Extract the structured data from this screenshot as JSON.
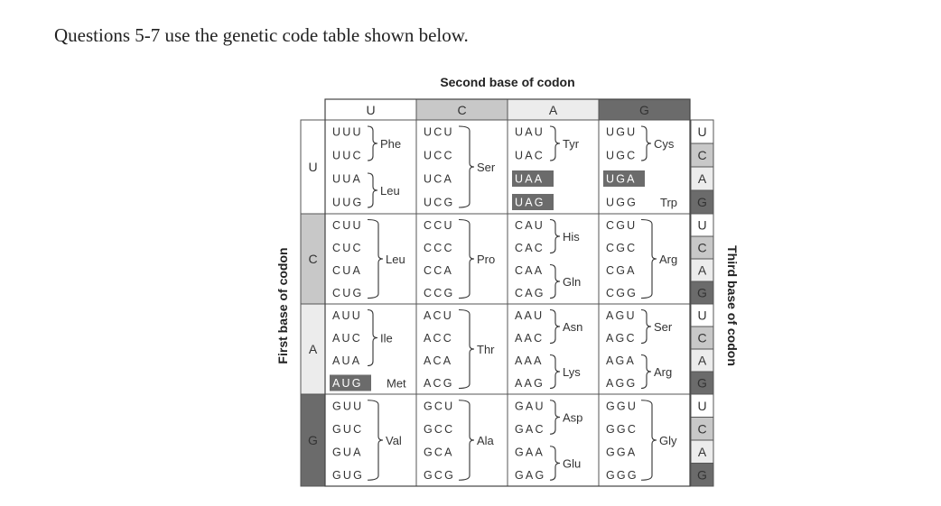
{
  "question": "Questions 5-7 use the genetic code table shown below.",
  "table": {
    "second_title": "Second base of codon",
    "first_title": "First base of codon",
    "third_title": "Third base of codon",
    "bases": [
      "U",
      "C",
      "A",
      "G"
    ],
    "base_colors": {
      "U": "#ffffff",
      "C": "#c8c8c8",
      "A": "#ececec",
      "G": "#6b6b6b"
    },
    "highlight_color": "#6b6b6b",
    "codons": [
      [
        [
          "UUU",
          "UUC",
          "UUA",
          "UUG"
        ],
        [
          "UCU",
          "UCC",
          "UCA",
          "UCG"
        ],
        [
          "UAU",
          "UAC",
          "UAA",
          "UAG"
        ],
        [
          "UGU",
          "UGC",
          "UGA",
          "UGG"
        ]
      ],
      [
        [
          "CUU",
          "CUC",
          "CUA",
          "CUG"
        ],
        [
          "CCU",
          "CCC",
          "CCA",
          "CCG"
        ],
        [
          "CAU",
          "CAC",
          "CAA",
          "CAG"
        ],
        [
          "CGU",
          "CGC",
          "CGA",
          "CGG"
        ]
      ],
      [
        [
          "AUU",
          "AUC",
          "AUA",
          "AUG"
        ],
        [
          "ACU",
          "ACC",
          "ACA",
          "ACG"
        ],
        [
          "AAU",
          "AAC",
          "AAA",
          "AAG"
        ],
        [
          "AGU",
          "AGC",
          "AGA",
          "AGG"
        ]
      ],
      [
        [
          "GUU",
          "GUC",
          "GUA",
          "GUG"
        ],
        [
          "GCU",
          "GCC",
          "GCA",
          "GCG"
        ],
        [
          "GAU",
          "GAC",
          "GAA",
          "GAG"
        ],
        [
          "GGU",
          "GGC",
          "GGA",
          "GGG"
        ]
      ]
    ],
    "highlighted_codons": [
      "UAA",
      "UAG",
      "UGA",
      "AUG"
    ],
    "amino_acids": [
      [
        [
          {
            "name": "Phe",
            "from": 0,
            "to": 1
          },
          {
            "name": "Leu",
            "from": 2,
            "to": 3
          }
        ],
        [
          {
            "name": "Ser",
            "from": 0,
            "to": 3
          }
        ],
        [
          {
            "name": "Tyr",
            "from": 0,
            "to": 1
          }
        ],
        [
          {
            "name": "Cys",
            "from": 0,
            "to": 1
          },
          {
            "name": "Trp",
            "from": 3,
            "to": 3,
            "single": true
          }
        ]
      ],
      [
        [
          {
            "name": "Leu",
            "from": 0,
            "to": 3
          }
        ],
        [
          {
            "name": "Pro",
            "from": 0,
            "to": 3
          }
        ],
        [
          {
            "name": "His",
            "from": 0,
            "to": 1
          },
          {
            "name": "Gln",
            "from": 2,
            "to": 3
          }
        ],
        [
          {
            "name": "Arg",
            "from": 0,
            "to": 3
          }
        ]
      ],
      [
        [
          {
            "name": "Ile",
            "from": 0,
            "to": 2
          },
          {
            "name": "Met",
            "from": 3,
            "to": 3,
            "single": true
          }
        ],
        [
          {
            "name": "Thr",
            "from": 0,
            "to": 3
          }
        ],
        [
          {
            "name": "Asn",
            "from": 0,
            "to": 1
          },
          {
            "name": "Lys",
            "from": 2,
            "to": 3
          }
        ],
        [
          {
            "name": "Ser",
            "from": 0,
            "to": 1
          },
          {
            "name": "Arg",
            "from": 2,
            "to": 3
          }
        ]
      ],
      [
        [
          {
            "name": "Val",
            "from": 0,
            "to": 3
          }
        ],
        [
          {
            "name": "Ala",
            "from": 0,
            "to": 3
          }
        ],
        [
          {
            "name": "Asp",
            "from": 0,
            "to": 1
          },
          {
            "name": "Glu",
            "from": 2,
            "to": 3
          }
        ],
        [
          {
            "name": "Gly",
            "from": 0,
            "to": 3
          }
        ]
      ]
    ]
  }
}
